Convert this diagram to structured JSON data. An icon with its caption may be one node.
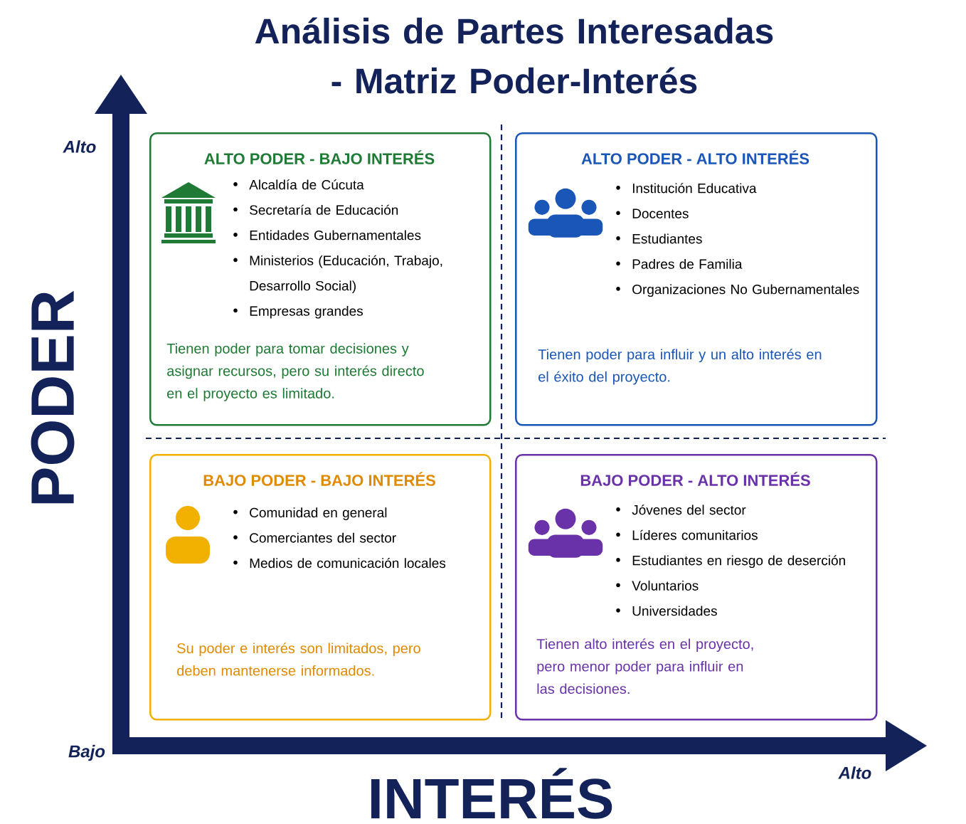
{
  "diagram": {
    "title": "Análisis de Partes Interesadas - Matriz Poder-Interés",
    "nodes": [
      {
        "text": [
          "ALTO PODER - BAJO INTERÉS",
          "Alcaldía de Cúcuta",
          "Secretaría de Educación",
          "Entidades Gubernamentales",
          "Ministerios (Educación, Trabajo, Desarrollo Social)",
          "Empresas grandes",
          "Tienen poder para tomar decisiones y asignar recursos, pero su interés directo en el proyecto es limitado."
        ]
      },
      {
        "text": [
          "ALTO PODER - ALTO INTERÉS",
          "Institución Educativa",
          "Docentes",
          "Estudiantes",
          "Padres de Familia",
          "Organizaciones No Gubernamentales",
          "Tienen poder para influir y un alto interés en el éxito del proyecto."
        ]
      },
      {
        "text": [
          "BAJO PODER - BAJO INTERÉS",
          "Comunidad en general",
          "Comerciantes del sector",
          "Medios de comunicación locales",
          "Su poder e interés son limitados, pero deben mantenerse informados."
        ]
      },
      {
        "text": [
          "BAJO PODER - ALTO INTERÉS",
          "Jóvenes del sector",
          "Líderes comunitarios",
          "Estudiantes en riesgo de deserción",
          "Voluntarios",
          "Universidades",
          "Tienen alto interés en el proyecto, pero menor poder para influir en las decisiones."
        ]
      }
    ],
    "labels": [
      "Alto",
      "PODER",
      "Bajo",
      "INTERÉS",
      "Alto"
    ]
  }
}
